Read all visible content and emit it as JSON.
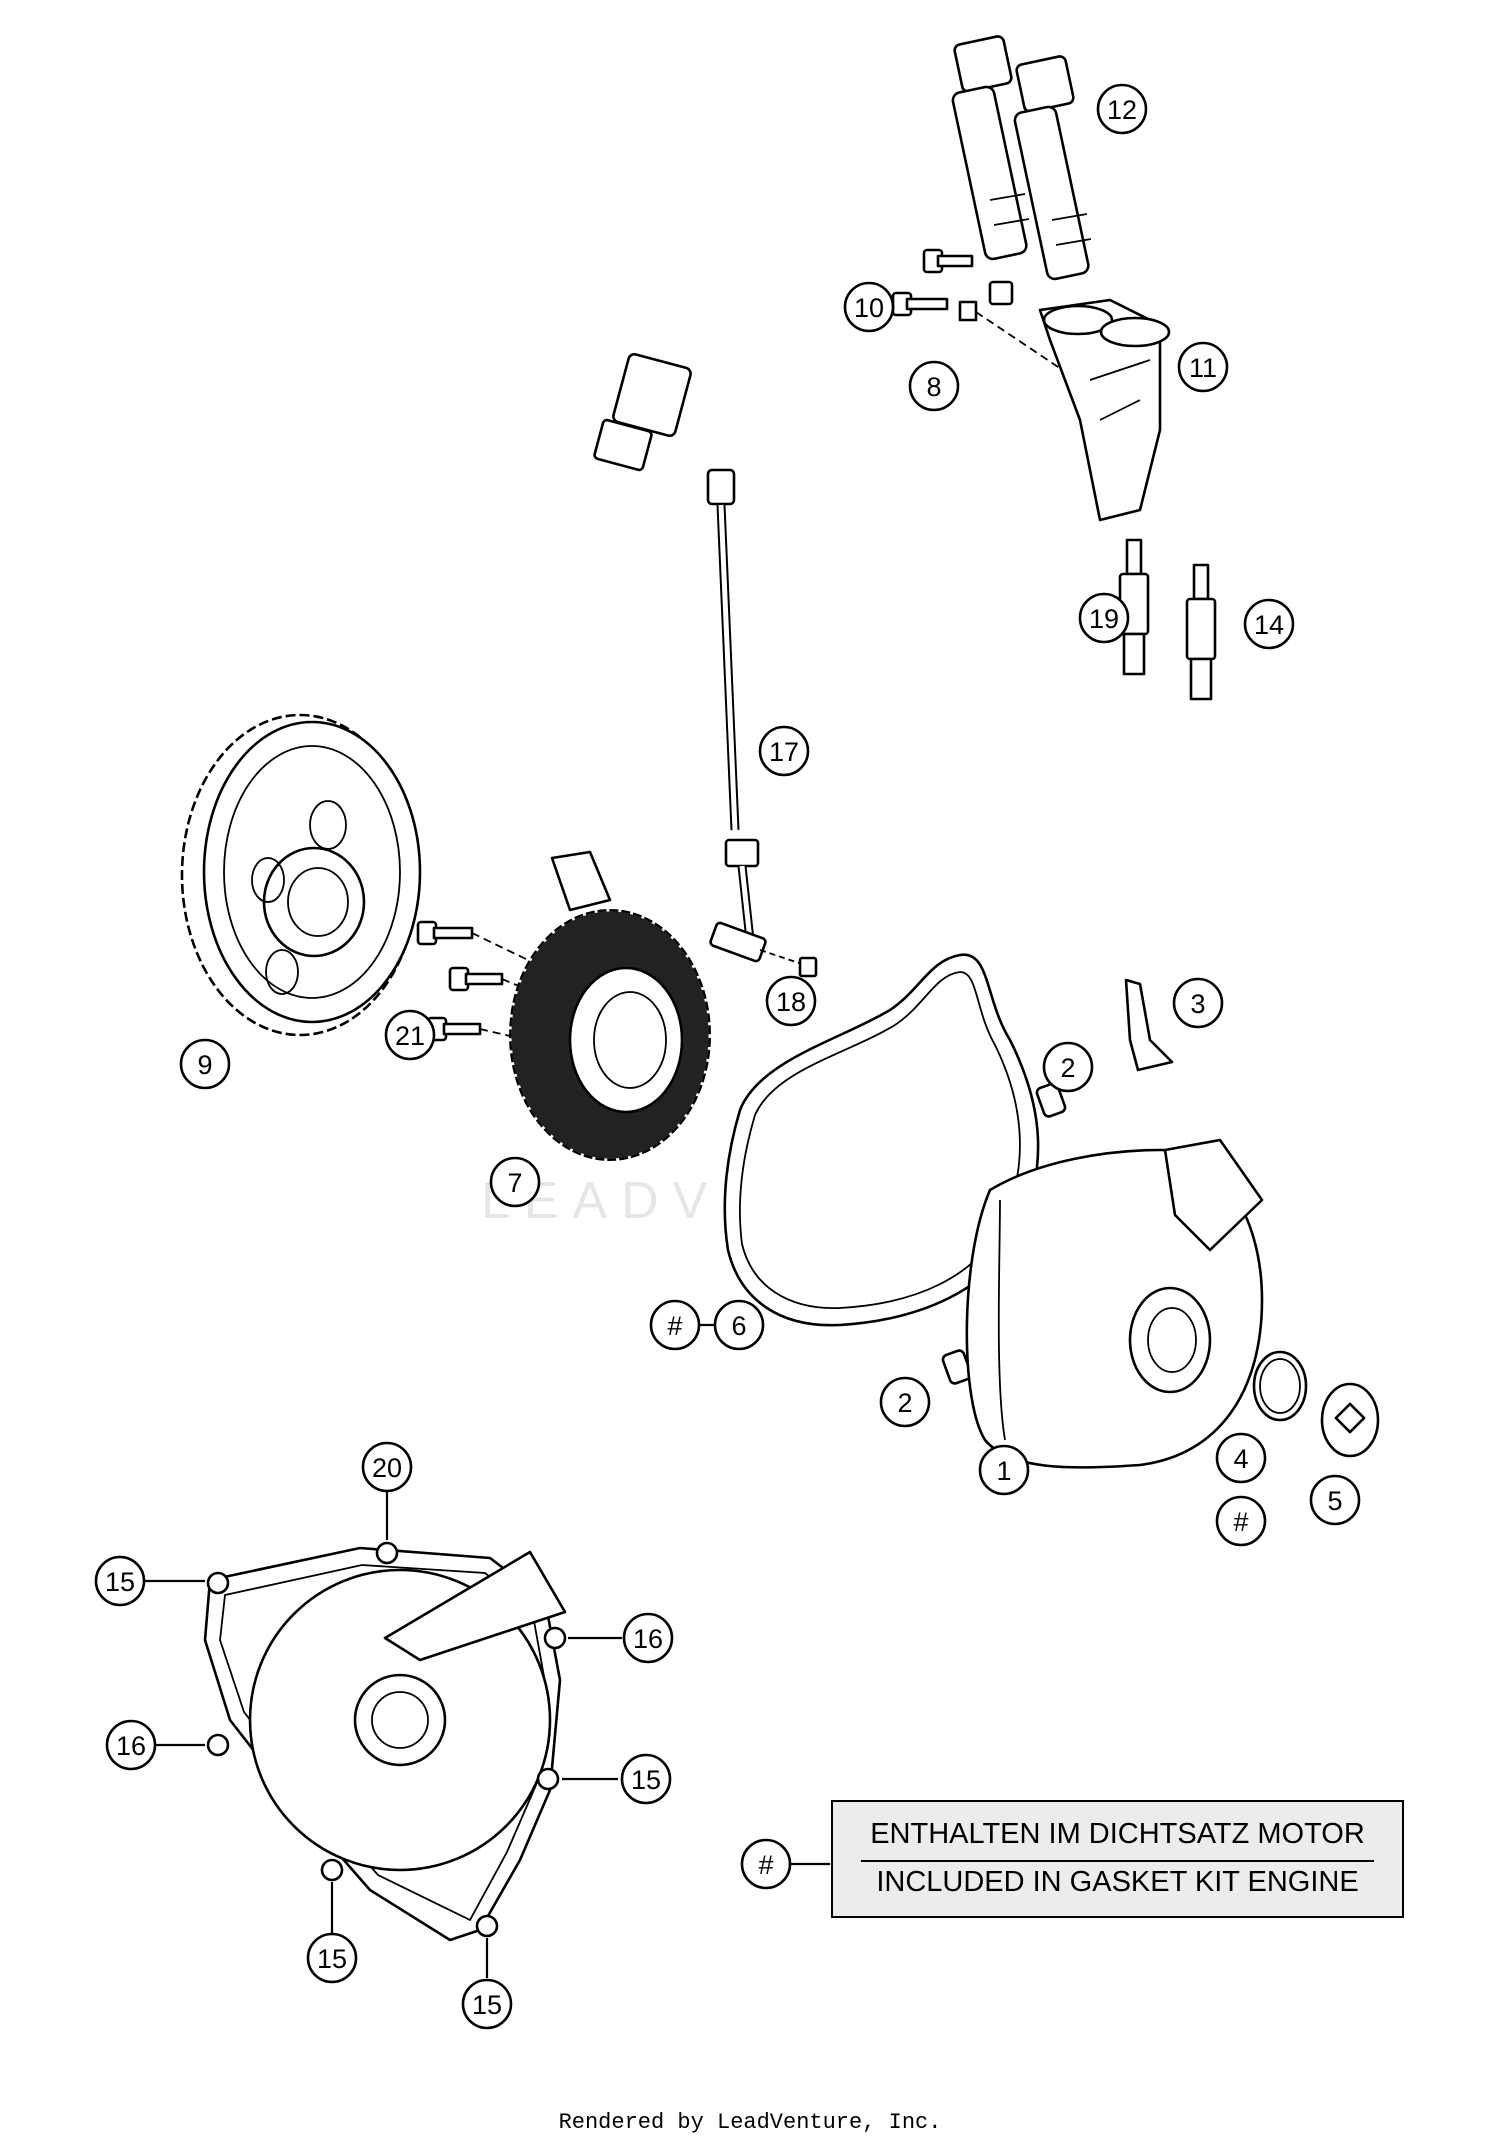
{
  "watermark": "LEADVENTURE",
  "callouts": {
    "p1": "1",
    "p2a": "2",
    "p2b": "2",
    "p3": "3",
    "p4": "4",
    "p4hash": "#",
    "p5": "5",
    "p6": "6",
    "p6hash": "#",
    "p7": "7",
    "p8": "8",
    "p9": "9",
    "p10": "10",
    "p11": "11",
    "p12": "12",
    "p14": "14",
    "p15a": "15",
    "p15b": "15",
    "p15c": "15",
    "p15d": "15",
    "p16a": "16",
    "p16b": "16",
    "p17": "17",
    "p18": "18",
    "p19": "19",
    "p20": "20",
    "p21": "21",
    "legendhash": "#"
  },
  "legend": {
    "line1": "ENTHALTEN IM DICHTSATZ MOTOR",
    "line2": "INCLUDED IN GASKET KIT ENGINE"
  },
  "footer": "Rendered by LeadVenture, Inc."
}
